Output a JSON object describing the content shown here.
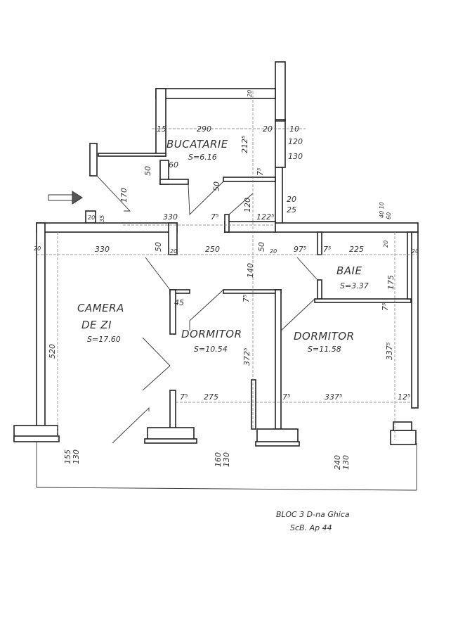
{
  "rooms": {
    "kitchen": {
      "name": "BUCATARIE",
      "area": "S=6.16"
    },
    "living": {
      "name_line1": "CAMERA",
      "name_line2": "DE ZI",
      "area": "S=17.60"
    },
    "bedroom1": {
      "name": "DORMITOR",
      "area": "S=10.54"
    },
    "bedroom2": {
      "name": "DORMITOR",
      "area": "S=11.58"
    },
    "bathroom": {
      "name": "BAIE",
      "area": "S=3.37"
    }
  },
  "dimensions": [
    "20",
    "15",
    "290",
    "20",
    "10",
    "212⁵",
    "120",
    "130",
    "60",
    "50",
    "7⁵",
    "50",
    "170",
    "120",
    "20",
    "25",
    "35",
    "20",
    "330",
    "7⁵",
    "122⁵",
    "40 10",
    "60",
    "20",
    "330",
    "50",
    "20",
    "250",
    "50",
    "140",
    "20",
    "97⁵",
    "7⁵",
    "225",
    "20",
    "20",
    "175",
    "45",
    "7⁵",
    "7⁵",
    "372⁵",
    "337⁵",
    "520",
    "7⁵",
    "275",
    "7⁵",
    "337⁵",
    "12⁵",
    "155",
    "130",
    "160",
    "130",
    "240",
    "130"
  ],
  "caption": {
    "line1": "BLOC 3  D-na Ghica",
    "line2": "ScB.  Ap 44"
  }
}
